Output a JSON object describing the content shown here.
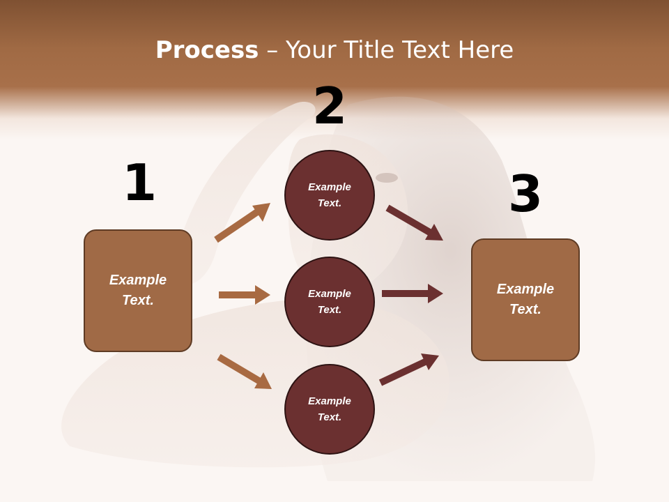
{
  "title": {
    "bold": "Process",
    "rest": " – Your Title Text Here"
  },
  "steps": {
    "step1": {
      "number": "1",
      "label": "Example\nText."
    },
    "step2": {
      "number": "2",
      "circles": [
        "Example\nText.",
        "Example\nText.",
        "Example\nText."
      ]
    },
    "step3": {
      "number": "3",
      "label": "Example\nText."
    }
  },
  "colors": {
    "box_fill": "#a06a46",
    "circle_fill": "#6b3030",
    "arrow_light": "#a86a42",
    "arrow_dark": "#6b3030",
    "header": "#a8704a"
  }
}
